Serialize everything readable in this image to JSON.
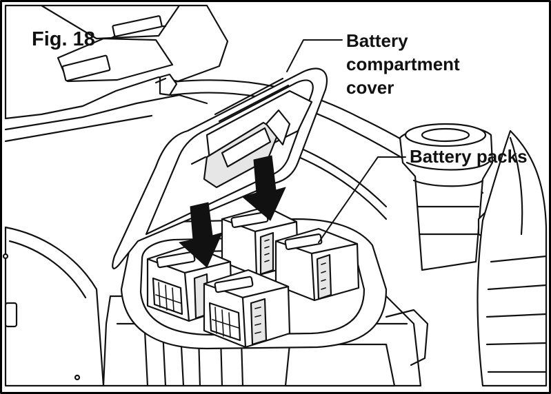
{
  "figure": {
    "label": "Fig. 18"
  },
  "callouts": {
    "cover": {
      "lines": [
        "Battery",
        "compartment",
        "cover"
      ]
    },
    "packs": {
      "text": "Battery packs"
    }
  },
  "style": {
    "ink": "#111111",
    "fill": "#ffffff",
    "shade": "#e6e6e6",
    "frame": "#000000"
  },
  "icons": [
    "down-arrow-icon",
    "down-arrow-icon"
  ]
}
